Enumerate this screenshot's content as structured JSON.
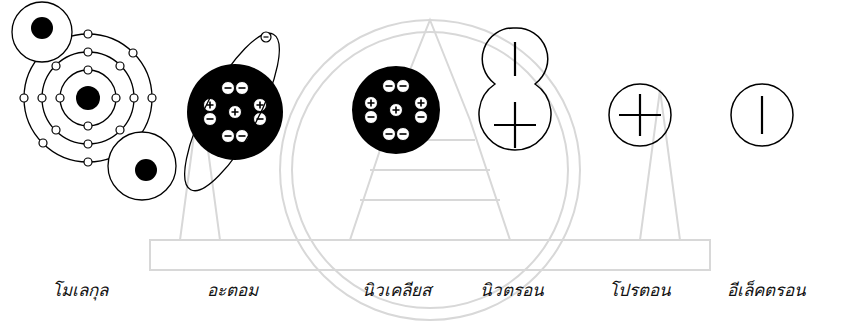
{
  "diagram": {
    "labels": [
      "โมเลกุล",
      "อะตอม",
      "นิวเคลียส",
      "นิวตรอน",
      "โปรตอน",
      "อีเล็คตรอน"
    ]
  }
}
